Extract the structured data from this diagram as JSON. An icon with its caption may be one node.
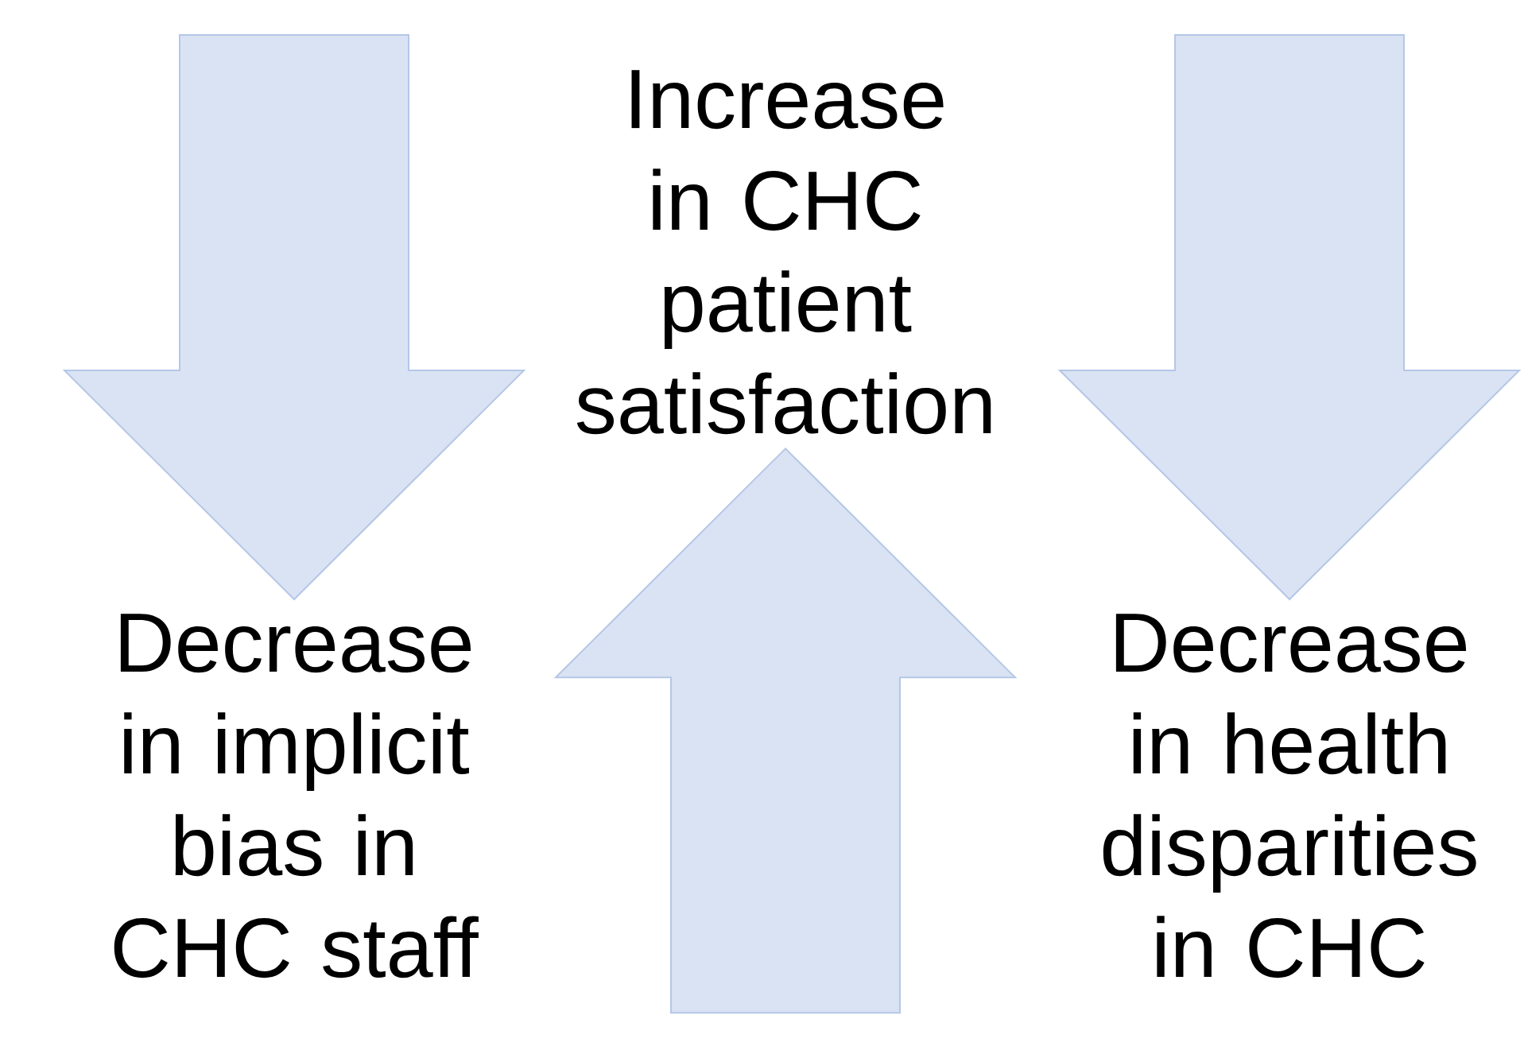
{
  "diagram": {
    "nodes": [
      {
        "text": [
          "Increase in CHC patient satisfaction"
        ]
      },
      {
        "text": [
          "Decrease in implicit bias in CHC staff"
        ]
      },
      {
        "text": [
          "Decrease in health disparities in CHC"
        ]
      }
    ],
    "edges": [
      {
        "from": null,
        "to": 1,
        "arrow": "to"
      },
      {
        "from": null,
        "to": 0,
        "arrow": "to"
      },
      {
        "from": null,
        "to": 2,
        "arrow": "to"
      }
    ]
  }
}
